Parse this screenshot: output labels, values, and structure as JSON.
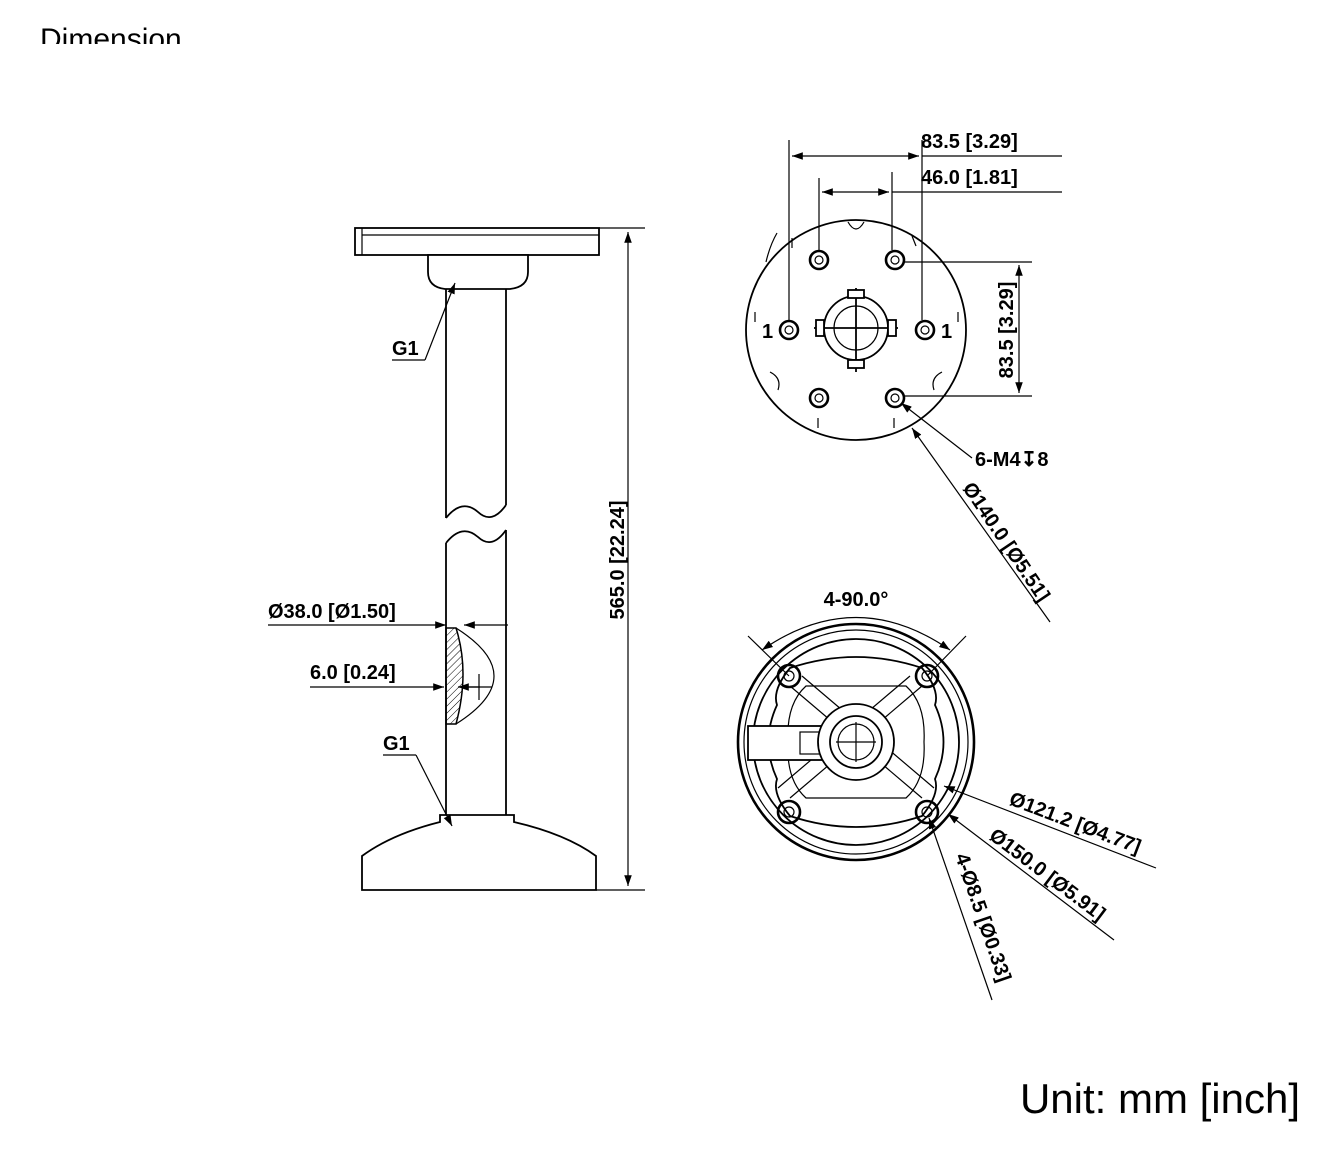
{
  "header": {
    "title": "Dimension"
  },
  "side_view": {
    "height_label": "565.0 [22.24]",
    "diameter_label": "Ø38.0 [Ø1.50]",
    "wall_label": "6.0 [0.24]",
    "thread_top_label": "G1",
    "thread_bottom_label": "G1"
  },
  "top_view": {
    "width_outer_label": "83.5 [3.29]",
    "width_inner_label": "46.0 [1.81]",
    "height_label": "83.5 [3.29]",
    "screw_label": "6-M4↧8",
    "diameter_label": "Ø140.0 [Ø5.51]",
    "hole_mark_left": "1",
    "hole_mark_right": "1"
  },
  "bottom_view": {
    "angle_label": "4-90.0°",
    "inner_diameter_label": "Ø121.2 [Ø4.77]",
    "outer_diameter_label": "Ø150.0 [Ø5.91]",
    "hole_label": "4-Ø8.5 [Ø0.33]"
  },
  "footer": {
    "unit_label": "Unit: mm [inch]"
  }
}
